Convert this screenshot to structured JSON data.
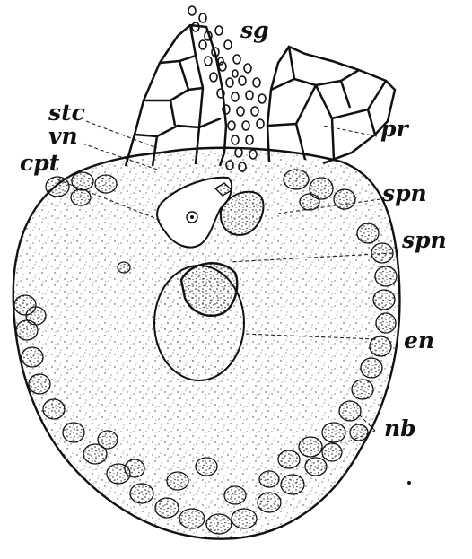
{
  "figure": {
    "labels": {
      "sg": "sg",
      "stc": "stc",
      "vn": "vn",
      "cpt": "cpt",
      "pr": "pr",
      "spn_upper": "spn",
      "spn_lower": "spn",
      "en": "en",
      "nb": "nb"
    }
  },
  "colors": {
    "ink": "#111111",
    "stipple": "#3a3a3a",
    "background": "#ffffff"
  }
}
